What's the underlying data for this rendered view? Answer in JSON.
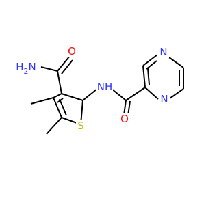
{
  "molecule": {
    "colors": {
      "bond": "#000000",
      "N": "#3333ff",
      "O": "#ff0d0d",
      "S": "#b2b200"
    },
    "atoms": [
      {
        "id": "amide-N",
        "element": "N",
        "label": "H2N",
        "color_key": "N"
      },
      {
        "id": "amide-O",
        "element": "O",
        "label": "O",
        "color_key": "O"
      },
      {
        "id": "thiophene-S",
        "element": "S",
        "label": "S",
        "color_key": "S"
      },
      {
        "id": "nh-linker",
        "element": "N",
        "label": "NH",
        "color_key": "N"
      },
      {
        "id": "carbonyl-O",
        "element": "O",
        "label": "O",
        "color_key": "O"
      },
      {
        "id": "pyrazine-N1",
        "element": "N",
        "label": "N",
        "color_key": "N"
      },
      {
        "id": "pyrazine-N4",
        "element": "N",
        "label": "N",
        "color_key": "N"
      }
    ]
  }
}
